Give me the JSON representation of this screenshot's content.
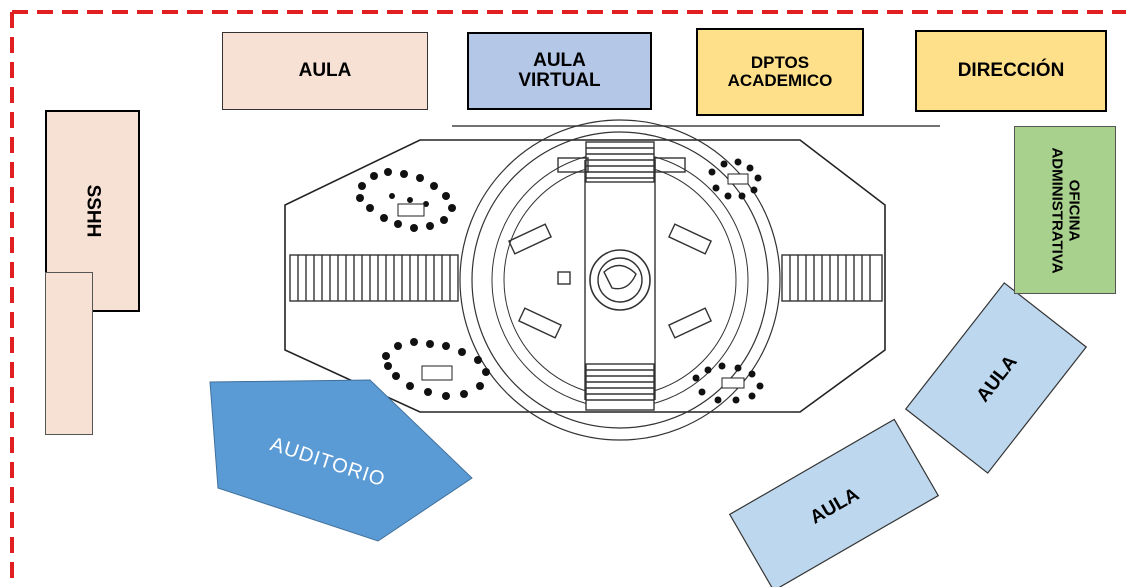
{
  "rooms": {
    "aula_top": "AULA",
    "aula_virtual": [
      "AULA",
      "VIRTUAL"
    ],
    "dptos": [
      "DPTOS",
      "ACADEMICO"
    ],
    "direccion": "DIRECCIÓN",
    "sshh": "SSHH",
    "oficina": [
      "OFICINA",
      "ADMINISTRATIVA"
    ],
    "auditorio": "AUDITORIO",
    "aula_right_upper": "AULA",
    "aula_right_lower": "AULA"
  },
  "colors": {
    "border_dash": "#e02020",
    "peach": "#f6e1d4",
    "light_blue": "#b4c7e7",
    "yellow": "#ffe08a",
    "green": "#a9d18e",
    "auditorio_blue": "#5b9bd5",
    "aula_blue": "#bdd7ee"
  }
}
